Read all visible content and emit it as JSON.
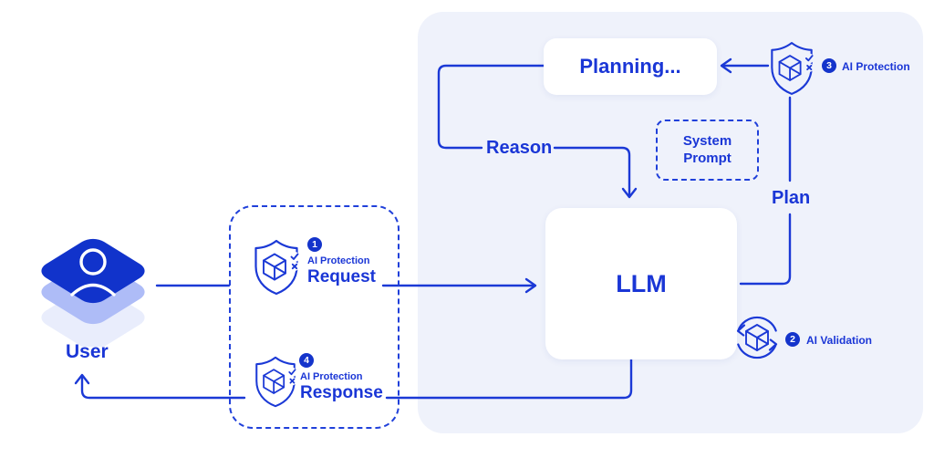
{
  "user": {
    "label": "User"
  },
  "request_gate": {
    "badge": "1",
    "category": "AI Protection",
    "label": "Request"
  },
  "response_gate": {
    "badge": "4",
    "category": "AI Protection",
    "label": "Response"
  },
  "planning": {
    "label": "Planning..."
  },
  "system_prompt": {
    "label": "System Prompt"
  },
  "llm": {
    "label": "LLM"
  },
  "flow_labels": {
    "reason": "Reason",
    "plan": "Plan"
  },
  "plan_protection": {
    "badge": "3",
    "label": "AI Protection"
  },
  "validation": {
    "badge": "2",
    "label": "AI Validation"
  },
  "colors": {
    "primary_blue": "#1B39D6",
    "badge_blue": "#1434CB",
    "panel_background": "#EFF2FB",
    "user_cube_top": "#1133CB",
    "user_cube_side": "#AEBCF7"
  }
}
